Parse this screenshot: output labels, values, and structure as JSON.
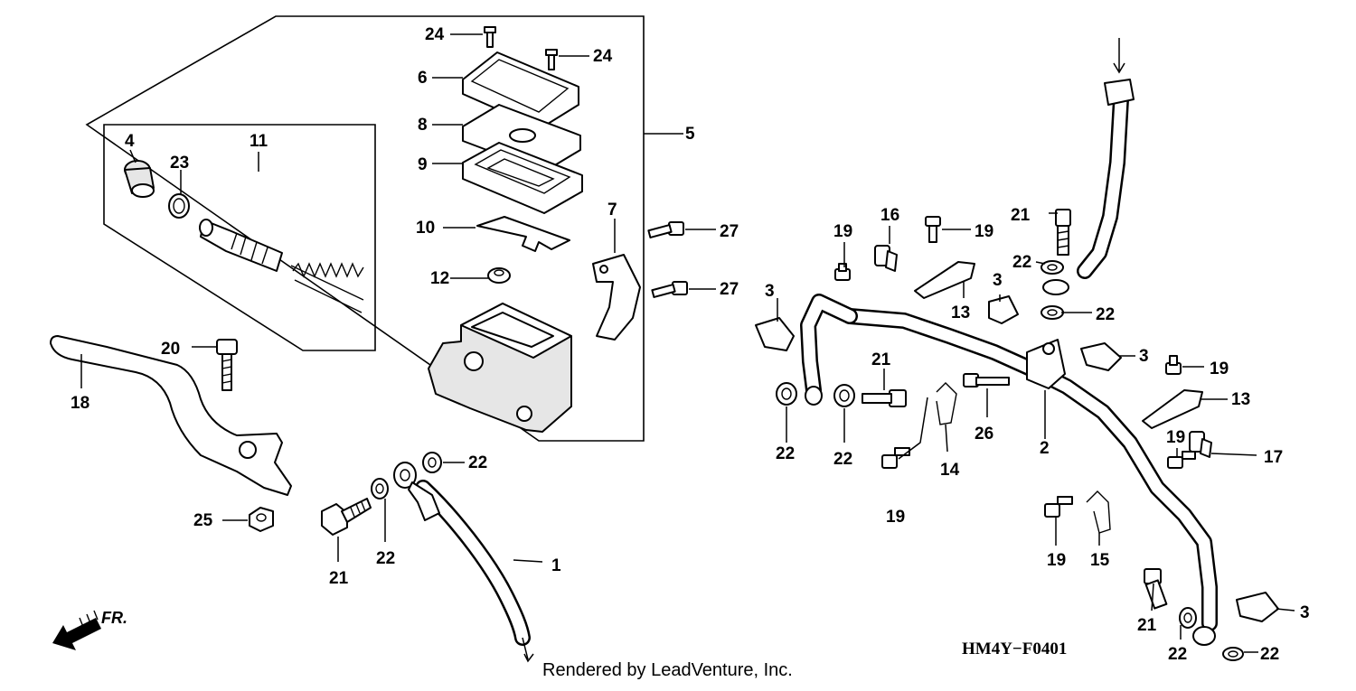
{
  "diagram": {
    "drawing_code": "HM4Y−F0401",
    "credit": "Rendered by LeadVenture, Inc.",
    "direction_label": "FR.",
    "callouts": [
      "1",
      "2",
      "3",
      "3",
      "3",
      "3",
      "4",
      "5",
      "6",
      "7",
      "8",
      "9",
      "10",
      "11",
      "12",
      "13",
      "13",
      "14",
      "15",
      "16",
      "17",
      "18",
      "19",
      "19",
      "19",
      "19",
      "19",
      "19",
      "20",
      "21",
      "21",
      "21",
      "21",
      "22",
      "22",
      "22",
      "22",
      "22",
      "22",
      "22",
      "22",
      "22",
      "23",
      "24",
      "24",
      "25",
      "26",
      "27",
      "27"
    ]
  }
}
